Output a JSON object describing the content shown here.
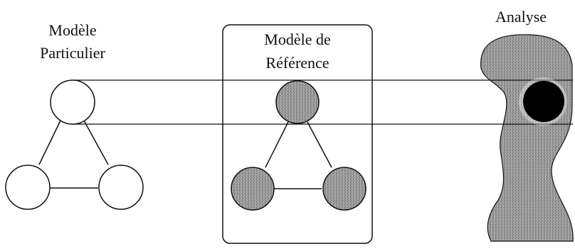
{
  "labels": {
    "particular_line1": "Modèle",
    "particular_line2": "Particulier",
    "reference_line1": "Modèle de",
    "reference_line2": "Référence",
    "analysis": "Analyse"
  },
  "colors": {
    "node_fill_particular": "#ffffff",
    "node_fill_reference": "#8f8f8f",
    "analysis_region_fill": "#8c8c8c",
    "analysis_core_fill": "#000000",
    "stroke": "#111111"
  }
}
